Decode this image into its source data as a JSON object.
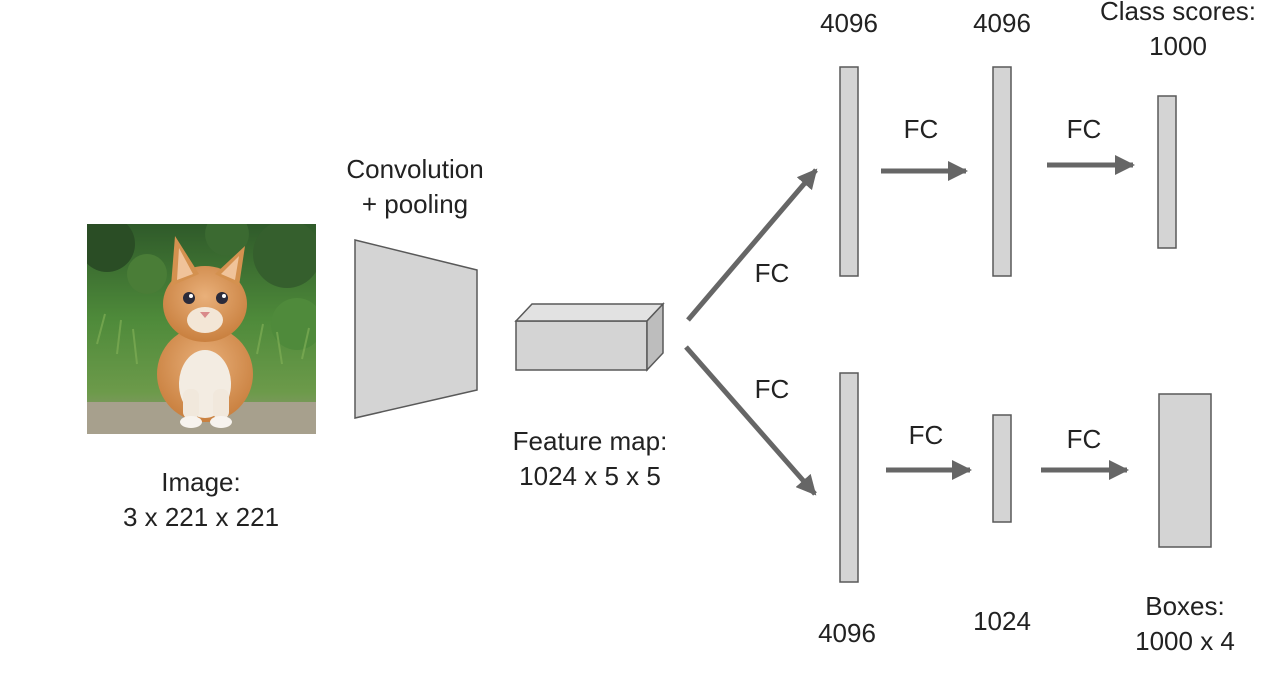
{
  "title_fragment": "",
  "image": {
    "label_line1": "Image:",
    "label_line2": "3 x 221 x 221",
    "content": "photo of an orange and white kitten sitting on grass"
  },
  "conv": {
    "line1": "Convolution",
    "line2": "+ pooling"
  },
  "feature_map": {
    "line1": "Feature map:",
    "line2": "1024 x 5 x 5"
  },
  "branch_label": "FC",
  "top_branch": {
    "layer1": "4096",
    "layer2": "4096",
    "output_line1": "Class scores:",
    "output_line2": "1000",
    "fc1": "FC",
    "fc2": "FC",
    "fc3": "FC"
  },
  "bottom_branch": {
    "layer1": "4096",
    "layer2": "1024",
    "output_line1": "Boxes:",
    "output_line2": "1000 x 4",
    "fc1": "FC",
    "fc2": "FC",
    "fc3": "FC"
  },
  "colors": {
    "box_fill": "#d4d4d4",
    "box_stroke": "#595959",
    "arrow": "#666666",
    "text": "#222222"
  }
}
